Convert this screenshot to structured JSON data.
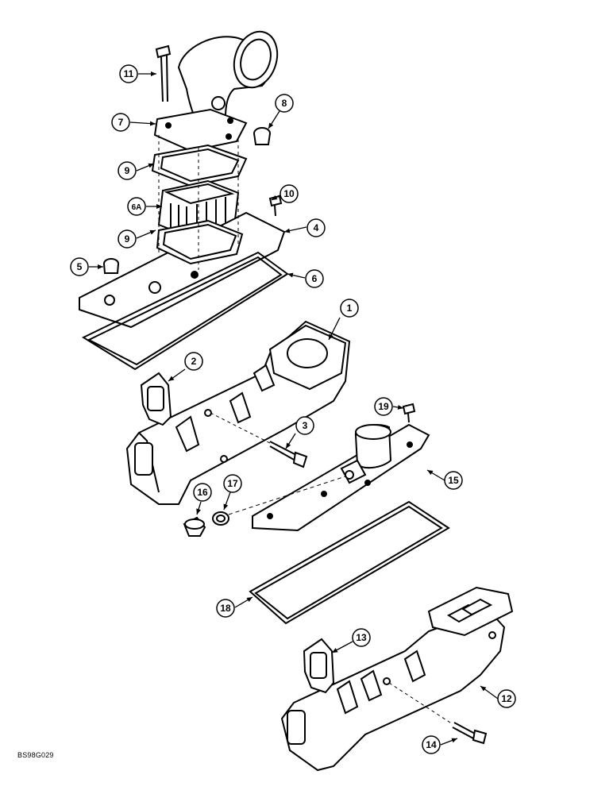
{
  "figure": {
    "reference_code": "BS98G029"
  },
  "callouts": [
    {
      "id": "c1",
      "label": "1"
    },
    {
      "id": "c2",
      "label": "2"
    },
    {
      "id": "c3",
      "label": "3"
    },
    {
      "id": "c4",
      "label": "4"
    },
    {
      "id": "c5",
      "label": "5"
    },
    {
      "id": "c6",
      "label": "6"
    },
    {
      "id": "c6a",
      "label": "6A"
    },
    {
      "id": "c7",
      "label": "7"
    },
    {
      "id": "c8",
      "label": "8"
    },
    {
      "id": "c9a",
      "label": "9"
    },
    {
      "id": "c9b",
      "label": "9"
    },
    {
      "id": "c10",
      "label": "10"
    },
    {
      "id": "c11",
      "label": "11"
    },
    {
      "id": "c12",
      "label": "12"
    },
    {
      "id": "c13",
      "label": "13"
    },
    {
      "id": "c14",
      "label": "14"
    },
    {
      "id": "c15",
      "label": "15"
    },
    {
      "id": "c16",
      "label": "16"
    },
    {
      "id": "c17",
      "label": "17"
    },
    {
      "id": "c18",
      "label": "18"
    },
    {
      "id": "c19",
      "label": "19"
    }
  ],
  "colors": {
    "ink": "#000000",
    "paper": "#ffffff"
  }
}
